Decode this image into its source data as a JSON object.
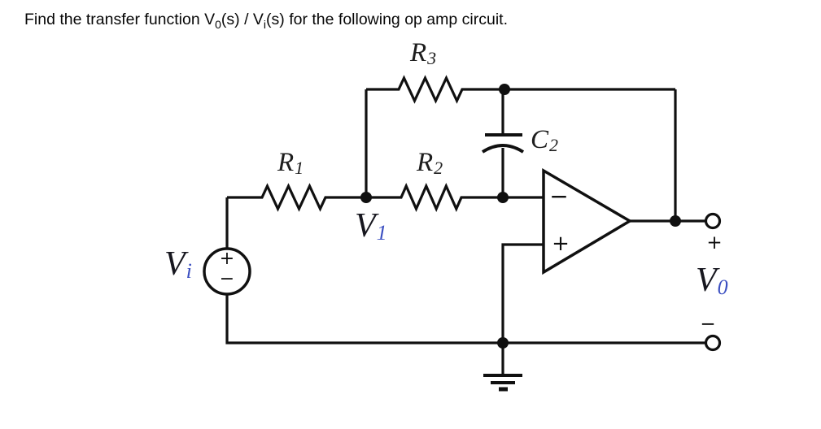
{
  "title": {
    "part1": "Find the transfer function V",
    "sub1": "0",
    "part2": "(s) / V",
    "sub2": "i",
    "part3": "(s) for the following op amp circuit."
  },
  "circuit": {
    "source": {
      "symbol": "V",
      "sub": "i",
      "plus": "+",
      "minus": "−"
    },
    "components": {
      "r1": {
        "symbol": "R",
        "sub": "1"
      },
      "r2": {
        "symbol": "R",
        "sub": "2"
      },
      "r3": {
        "symbol": "R",
        "sub": "3"
      },
      "c2": {
        "symbol": "C",
        "sub": "2"
      }
    },
    "nodes": {
      "v1": {
        "symbol": "V",
        "sub": "1"
      }
    },
    "opamp": {
      "inverting_label": "−",
      "noninverting_label": "+"
    },
    "output": {
      "symbol": "V",
      "sub": "0",
      "plus": "+",
      "minus": "−"
    },
    "colors": {
      "wire": "#101010",
      "label": "#1e1e1e",
      "v_subscript": "#3b4fc1",
      "background": "#ffffff"
    }
  }
}
